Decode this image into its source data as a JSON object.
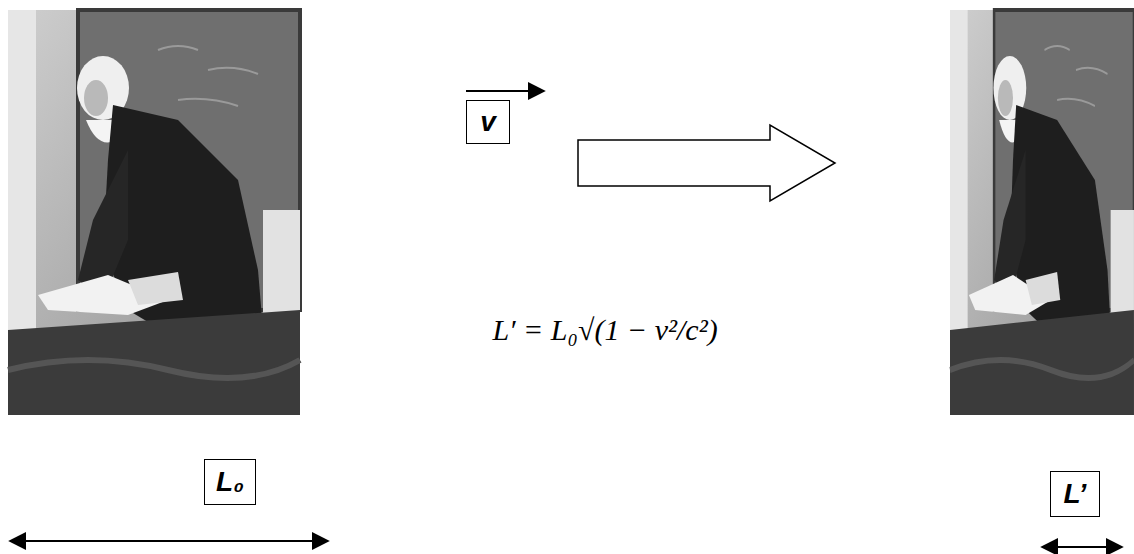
{
  "diagram": {
    "nodes": [
      {
        "text": [
          "L₀"
        ]
      },
      {
        "text": [
          "v"
        ]
      },
      {
        "text": [
          "L’"
        ]
      }
    ],
    "labels": [
      "L′ = L₀√(1 − v²/c²)"
    ]
  }
}
